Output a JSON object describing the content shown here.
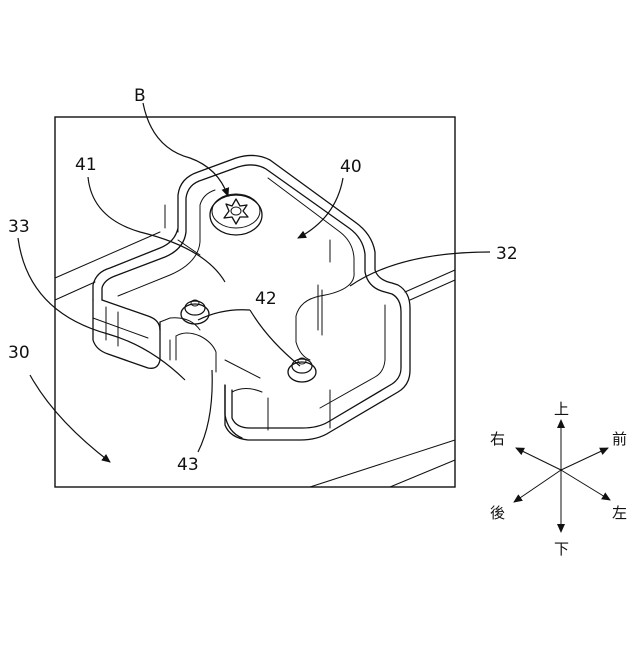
{
  "labels": {
    "b": "B",
    "l41": "41",
    "l40": "40",
    "l33": "33",
    "l32": "32",
    "l42": "42",
    "l30": "30",
    "l43": "43"
  },
  "directions": {
    "up": "上",
    "down": "下",
    "right": "右",
    "left": "左",
    "front": "前",
    "back": "後"
  }
}
